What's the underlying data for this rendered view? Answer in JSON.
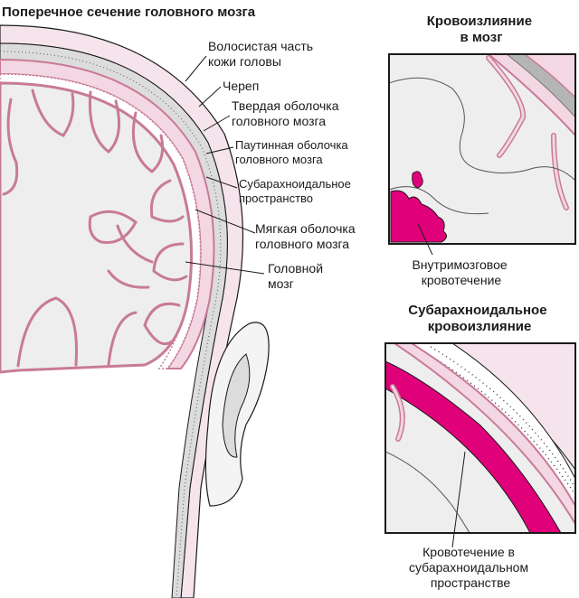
{
  "main_title": "Поперечное сечение головного мозга",
  "labels": {
    "scalp": [
      "Волосистая часть",
      "кожи головы"
    ],
    "skull": [
      "Череп"
    ],
    "dura": [
      "Твердая оболочка",
      "головного мозга"
    ],
    "arachnoid": [
      "Паутинная оболочка",
      "головного мозга"
    ],
    "subarachnoid_space": [
      "Субарахноидальное",
      "пространство"
    ],
    "pia": [
      "Мягкая оболочка",
      "головного мозга"
    ],
    "brain": [
      "Головной",
      "мозг"
    ]
  },
  "panel_top": {
    "title": [
      "Кровоизлияние",
      "в мозг"
    ],
    "caption": [
      "Внутримозговое",
      "кровотечение"
    ]
  },
  "panel_bottom": {
    "title": [
      "Субарахноидальное",
      "кровоизлияние"
    ],
    "caption": [
      "Кровотечение в",
      "субарахноидальном",
      "пространстве"
    ]
  },
  "colors": {
    "membrane": "#c87a98",
    "membrane_fill": "#f3d7e2",
    "brain_fill": "#eeeeee",
    "skull_fill": "#dcdcdc",
    "hemorrhage": "#e0007a",
    "line": "#1a1a1a"
  }
}
